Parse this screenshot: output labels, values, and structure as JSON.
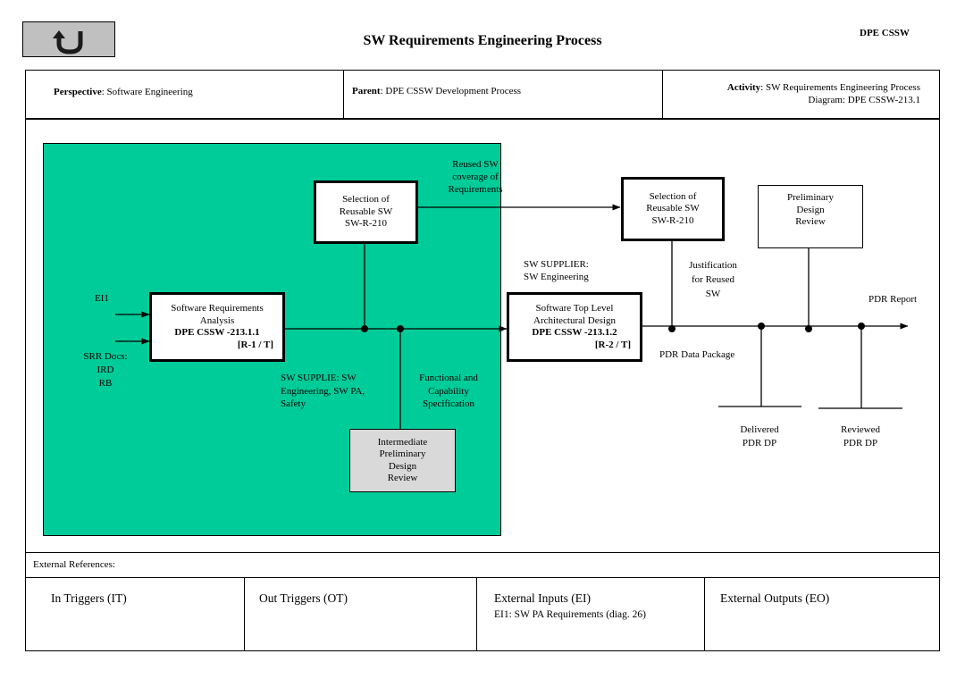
{
  "header": {
    "title": "SW Requirements Engineering  Process",
    "tag": "DPE CSSW",
    "back_icon": "u-turn-back-icon"
  },
  "info": {
    "perspective_label": "Perspective",
    "perspective_value": ": Software Engineering",
    "parent_label": "Parent",
    "parent_value": ": DPE CSSW  Development Process",
    "activity_label": "Activity",
    "activity_value": ": SW  Requirements Engineering   Process",
    "diagram": "Diagram: DPE CSSW-213.1"
  },
  "diagram": {
    "sel1": [
      "Selection of",
      "Reusable SW",
      "SW-R-210"
    ],
    "sel2": [
      "Selection of",
      "Reusable SW",
      "SW-R-210"
    ],
    "pdr": [
      "Preliminary",
      "Design",
      "Review"
    ],
    "sra": [
      "Software  Requirements",
      "Analysis"
    ],
    "sra_id": "DPE CSSW  -213.1.1",
    "sra_ref": "[R-1  / T]",
    "stla": [
      "Software Top Level",
      "Architectural Design"
    ],
    "stla_id": "DPE CSSW  -213.1.2",
    "stla_ref": "[R-2  / T]",
    "ipdr": [
      "Intermediate",
      "Preliminary",
      "Design",
      "Review"
    ],
    "reused": [
      "Reused SW",
      "coverage of",
      "Requirements"
    ],
    "supplier": [
      "SW  SUPPLIER:",
      "SW Engineering"
    ],
    "justification": [
      "Justification",
      "for Reused",
      "SW"
    ],
    "pdr_report": "PDR Report",
    "ei1": "EI1",
    "srr": [
      "SRR Docs:",
      "IRD",
      "RB"
    ],
    "supplie": [
      "SW  SUPPLIE: SW",
      "Engineering,  SW PA,",
      "Safety"
    ],
    "functional": [
      "Functional and",
      "Capability",
      "Specification"
    ],
    "pdr_dp": "PDR Data Package",
    "delivered": [
      "Delivered",
      "PDR DP"
    ],
    "reviewed": [
      "Reviewed",
      "PDR DP"
    ]
  },
  "footer": {
    "ext_refs": "External References:",
    "in_triggers": "In Triggers  (IT)",
    "out_triggers": "Out Triggers  (OT)",
    "ext_inputs": "External Inputs (EI)",
    "ei1_desc": "EI1: SW  PA Requirements (diag.  26)",
    "ext_outputs": "External Outputs (EO)"
  },
  "colors": {
    "panel": "#00cc99",
    "ipdr_fill": "#d9d9d9",
    "button_fill": "#c0c0c0"
  }
}
